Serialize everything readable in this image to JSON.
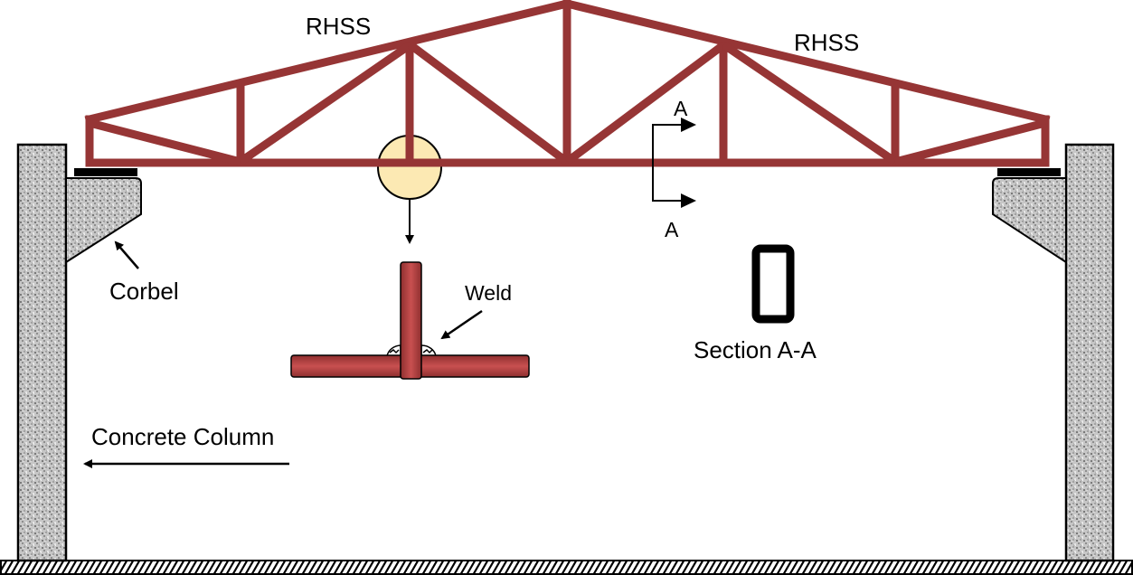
{
  "colors": {
    "truss": "#963535",
    "detail_member": "#b84545",
    "detail_highlight": "#fce9b3",
    "ink": "#000000",
    "concrete_base": "#c8c8c8"
  },
  "labels": {
    "rhss_left": "RHSS",
    "rhss_right": "RHSS",
    "corbel": "Corbel",
    "weld": "Weld",
    "section_mark_top": "A",
    "section_mark_bottom": "A",
    "section_title": "Section A-A",
    "concrete_column": "Concrete Column"
  },
  "icons": {
    "section_shape": "rectangular-hollow-section-icon",
    "detail_callout": "detail-circle-icon"
  }
}
